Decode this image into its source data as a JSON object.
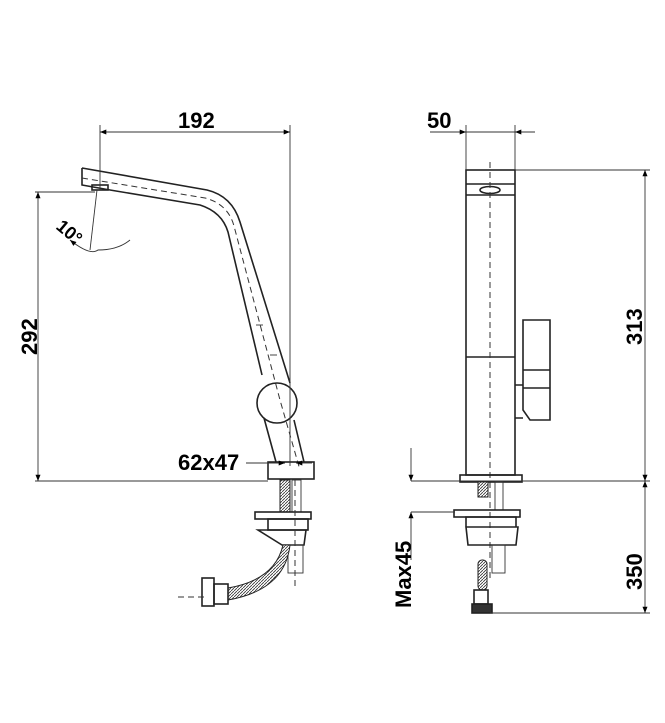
{
  "drawing": {
    "colors": {
      "line": "#222222",
      "background": "#ffffff"
    },
    "front_view": {
      "spout_reach": "192",
      "height_to_outlet": "292",
      "swivel_angle": "10°",
      "base_size": "62x47"
    },
    "side_view": {
      "width": "50",
      "total_height": "313",
      "hose_length": "350",
      "max_counter_thickness": "Max45"
    }
  }
}
